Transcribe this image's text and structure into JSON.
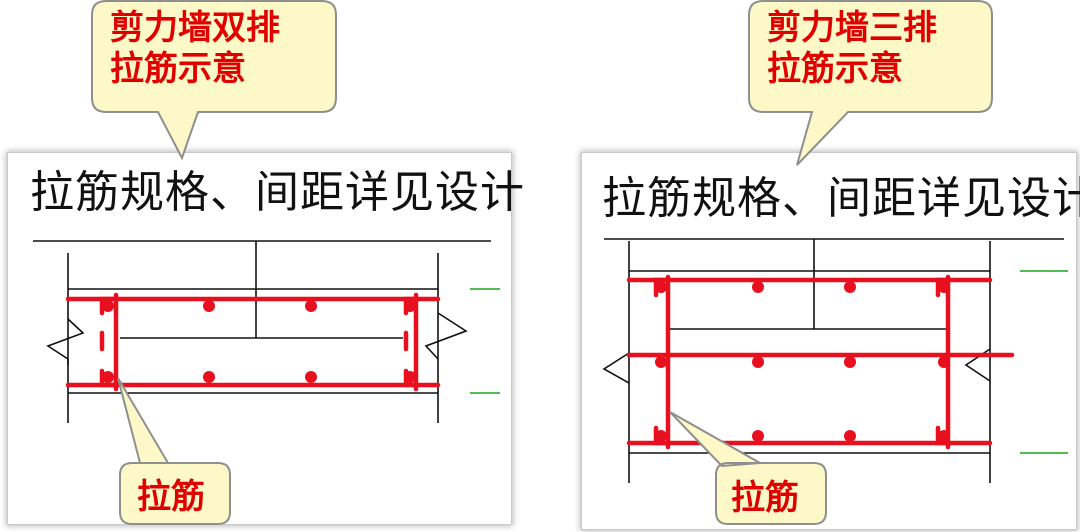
{
  "panels": [
    {
      "id": "double-row",
      "note": "拉筋规格、间距详见设计",
      "callout": {
        "line1": "剪力墙双排",
        "line2": "拉筋示意"
      },
      "label": "拉筋"
    },
    {
      "id": "triple-row",
      "note": "拉筋规格、间距详见设计",
      "callout": {
        "line1": "剪力墙三排",
        "line2": "拉筋示意"
      },
      "label": "拉筋"
    }
  ],
  "colors": {
    "rebar": "#e8101e",
    "callout_fill": "#fcf8c7",
    "callout_border": "#8f8f8f",
    "callout_text": "#e00000",
    "line": "#111111",
    "leader": "#1ca51c"
  }
}
